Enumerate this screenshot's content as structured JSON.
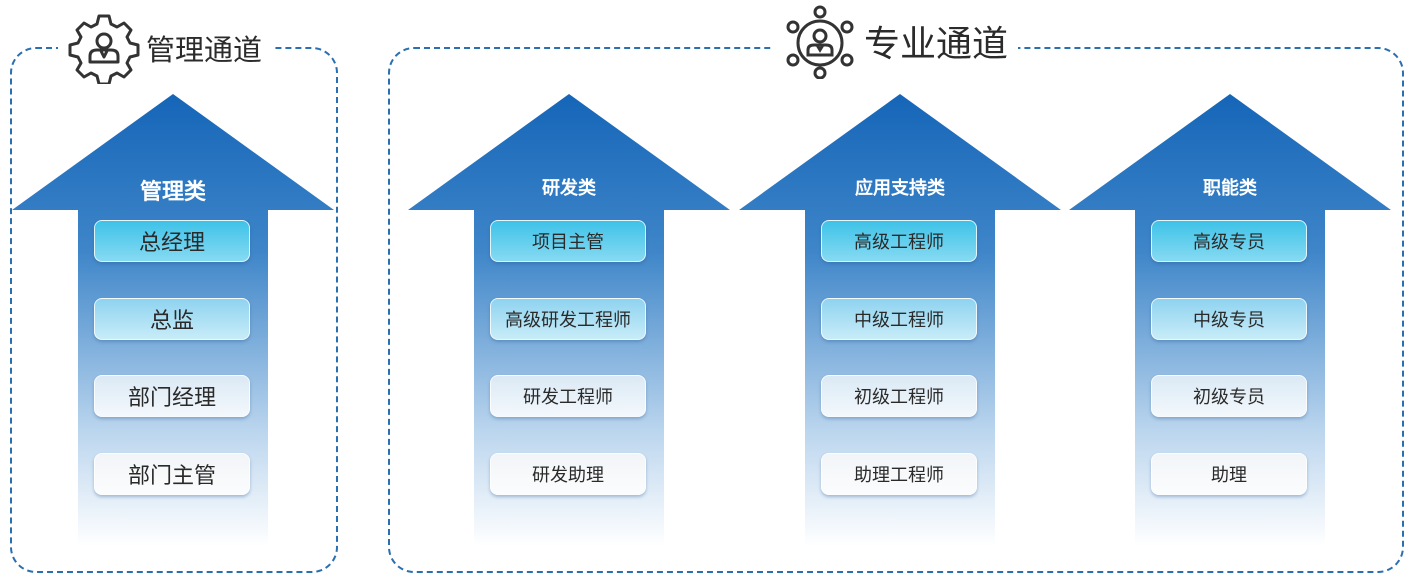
{
  "management_channel": {
    "title": "管理通道",
    "icon": "gear-person-icon",
    "categories": [
      {
        "name": "管理类",
        "roles": [
          "总经理",
          "总监",
          "部门经理",
          "部门主管"
        ]
      }
    ]
  },
  "professional_channel": {
    "title": "专业通道",
    "icon": "network-person-icon",
    "categories": [
      {
        "name": "研发类",
        "roles": [
          "项目主管",
          "高级研发工程师",
          "研发工程师",
          "研发助理"
        ]
      },
      {
        "name": "应用支持类",
        "roles": [
          "高级工程师",
          "中级工程师",
          "初级工程师",
          "助理工程师"
        ]
      },
      {
        "name": "职能类",
        "roles": [
          "高级专员",
          "中级专员",
          "初级专员",
          "助理"
        ]
      }
    ]
  },
  "colors": {
    "frame_border": "#2a6fb0",
    "arrow_top": "#1565b8",
    "arrow_bottom": "#ffffff",
    "role_top": "#3ec2e8"
  }
}
